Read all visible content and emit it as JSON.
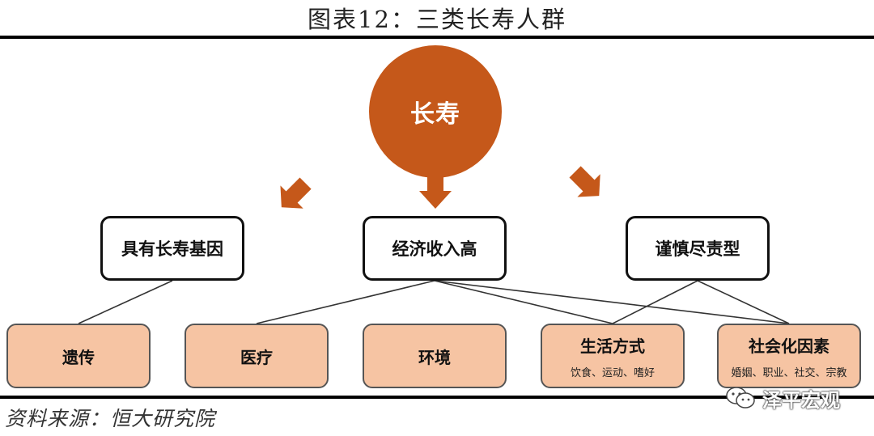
{
  "title": "图表12：三类长寿人群",
  "center": {
    "label": "长寿"
  },
  "categories": [
    {
      "id": "gene",
      "label": "具有长寿基因"
    },
    {
      "id": "income",
      "label": "经济收入高"
    },
    {
      "id": "careful",
      "label": "谨慎尽责型"
    }
  ],
  "factors": [
    {
      "id": "heredity",
      "label": "遗传",
      "sub": ""
    },
    {
      "id": "medical",
      "label": "医疗",
      "sub": ""
    },
    {
      "id": "environment",
      "label": "环境",
      "sub": ""
    },
    {
      "id": "lifestyle",
      "label": "生活方式",
      "sub": "饮食、运动、嗜好"
    },
    {
      "id": "social",
      "label": "社会化因素",
      "sub": "婚姻、职业、社交、宗教"
    }
  ],
  "connections": [
    [
      "gene",
      "heredity"
    ],
    [
      "income",
      "medical"
    ],
    [
      "income",
      "lifestyle"
    ],
    [
      "income",
      "social"
    ],
    [
      "careful",
      "lifestyle"
    ],
    [
      "careful",
      "social"
    ]
  ],
  "source": "资料来源：恒大研究院",
  "watermark": {
    "text": "泽平宏观",
    "icon": "wechat-icon"
  },
  "colors": {
    "accent": "#C5581A",
    "factor_fill": "#F6C4A3",
    "box_border": "#111111"
  }
}
